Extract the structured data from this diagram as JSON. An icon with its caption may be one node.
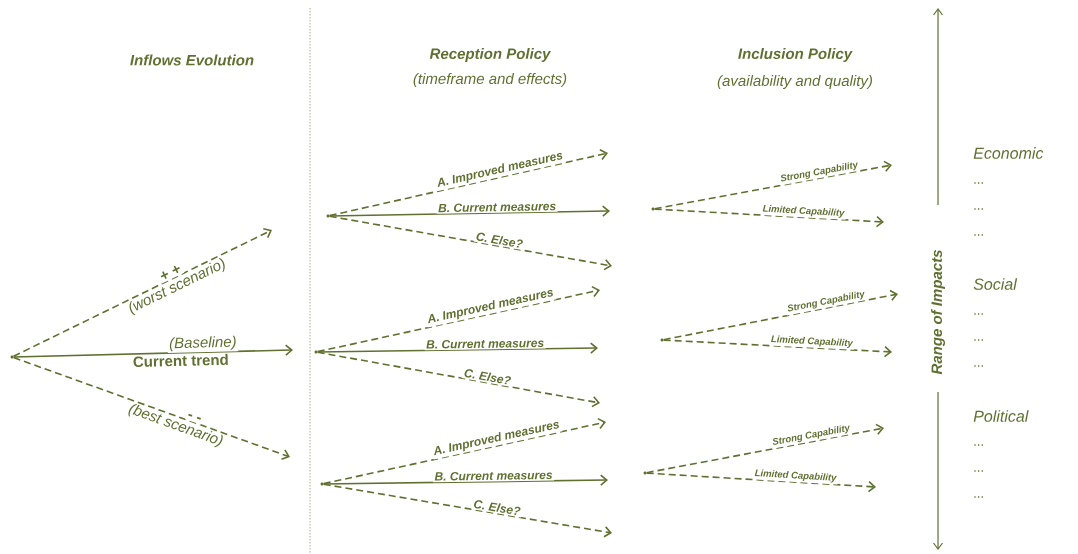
{
  "diagram": {
    "nodes": [
      {
        "text": [],
        "shape": "circle"
      },
      {
        "text": [],
        "shape": "circle"
      },
      {
        "text": [],
        "shape": "circle"
      },
      {
        "text": [],
        "shape": "circle"
      },
      {
        "text": [],
        "shape": "circle"
      },
      {
        "text": [],
        "shape": "circle"
      },
      {
        "text": [],
        "shape": "circle"
      }
    ],
    "edges": [
      {
        "from": 0,
        "to": null,
        "arrow": "to",
        "style": "dashed",
        "label": "+ +"
      },
      {
        "from": 0,
        "to": null,
        "arrow": "to",
        "label": "(Baseline)"
      },
      {
        "from": 0,
        "to": null,
        "arrow": "to",
        "style": "dashed",
        "label": "- -"
      },
      {
        "from": 1,
        "to": null,
        "arrow": "to",
        "style": "dashed",
        "label": "A. Improved measures"
      },
      {
        "from": 1,
        "to": null,
        "arrow": "to",
        "label": "B. Current measures"
      },
      {
        "from": 1,
        "to": null,
        "arrow": "to",
        "style": "dashed",
        "label": "C. Else?"
      },
      {
        "from": 2,
        "to": null,
        "arrow": "to",
        "style": "dashed",
        "label": "A. Improved measures"
      },
      {
        "from": 2,
        "to": null,
        "arrow": "to",
        "label": "B. Current measures"
      },
      {
        "from": 2,
        "to": null,
        "arrow": "to",
        "style": "dashed",
        "label": "C. Else?"
      },
      {
        "from": 3,
        "to": null,
        "arrow": "to",
        "style": "dashed",
        "label": "A. Improved measures"
      },
      {
        "from": 3,
        "to": null,
        "arrow": "to",
        "label": "B. Current measures"
      },
      {
        "from": 3,
        "to": null,
        "arrow": "to",
        "style": "dashed",
        "label": "C. Else?"
      },
      {
        "from": 4,
        "to": null,
        "arrow": "to",
        "style": "dashed",
        "label": "Strong Capability"
      },
      {
        "from": 4,
        "to": null,
        "arrow": "to",
        "style": "dashed",
        "label": "Limited Capability"
      },
      {
        "from": 5,
        "to": null,
        "arrow": "to",
        "style": "dashed",
        "label": "Strong Capability"
      },
      {
        "from": 5,
        "to": null,
        "arrow": "to",
        "style": "dashed",
        "label": "Limited Capability"
      },
      {
        "from": 6,
        "to": null,
        "arrow": "to",
        "style": "dashed",
        "label": "Strong Capability"
      },
      {
        "from": 6,
        "to": null,
        "arrow": "to",
        "style": "dashed",
        "label": "Limited Capability"
      }
    ],
    "labels": [
      "Inflows Evolution",
      "Reception Policy",
      "(timeframe and effects)",
      "Inclusion Policy",
      "(availability and quality)",
      "(worst scenario)",
      "Current trend",
      "(best scenario)",
      "Range of Impacts",
      "Economic",
      "...",
      "...",
      "...",
      "Social",
      "...",
      "...",
      "...",
      "Political",
      "...",
      "...",
      "..."
    ]
  }
}
